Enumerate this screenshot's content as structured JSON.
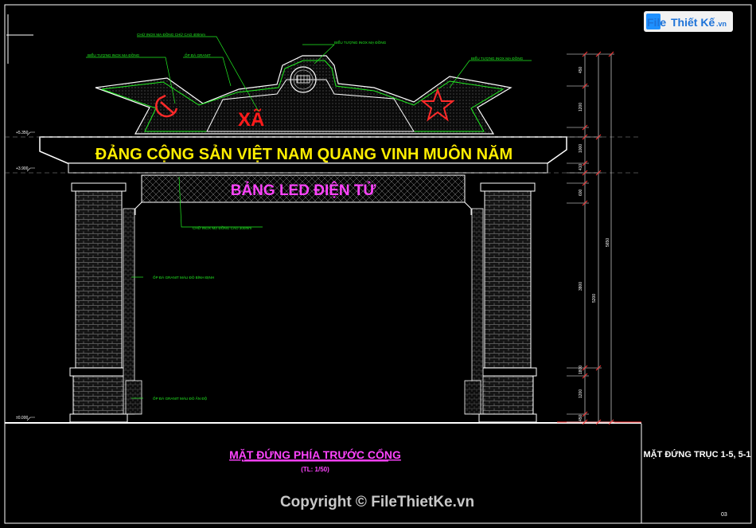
{
  "drawing": {
    "slogan": "ĐẢNG CỘNG SẢN VIỆT NAM QUANG VINH MUÔN NĂM",
    "led_sign": "BẢNG LED ĐIỆN TỬ",
    "top_word": "XÃ",
    "title": "MẶT ĐỨNG PHÍA TRƯỚC CỔNG",
    "scale": "(TL: 1/50)",
    "right_title": "MẶT ĐỨNG TRỤC 1-5, 5-1",
    "copyright": "Copyright © FileThietKe.vn",
    "sheet_no": "03",
    "annotations": {
      "a1": "CHỮ INOX MẠ ĐỒNG CHỮ CAO 400mm",
      "a2": "BIỂU TƯỢNG INOX MẠ ĐỒNG",
      "a3": "ỐP ĐÁ GRANIT",
      "a4": "BIỂU TƯỢNG INOX MẠ ĐỒNG",
      "a5": "BIỂU TƯỢNG INOX MẠ ĐỒNG",
      "a6": "CHỮ INOX MẠ ĐỒNG CAO 300mm",
      "a7": "ỐP ĐÁ GRANIT MÀU ĐỎ BÌNH ĐỊNH",
      "a8": "ỐP ĐÁ GRANIT MÀU ĐỎ ẤN ĐỘ"
    },
    "levels": [
      "+5.350",
      "+3.900",
      "±0.000"
    ],
    "dimensions": [
      "450",
      "1200",
      "1000",
      "410",
      "600",
      "3800",
      "1800",
      "1200",
      "450",
      "5650",
      "5200"
    ]
  },
  "logo": {
    "part1": "File",
    "part2": "Thiết Kế",
    "part3": ".vn"
  },
  "colors": {
    "bg": "#000000",
    "slogan": "#ffee00",
    "led": "#ff44ff",
    "red": "#ff1a1a",
    "green": "#22ee22",
    "white": "#ffffff"
  }
}
